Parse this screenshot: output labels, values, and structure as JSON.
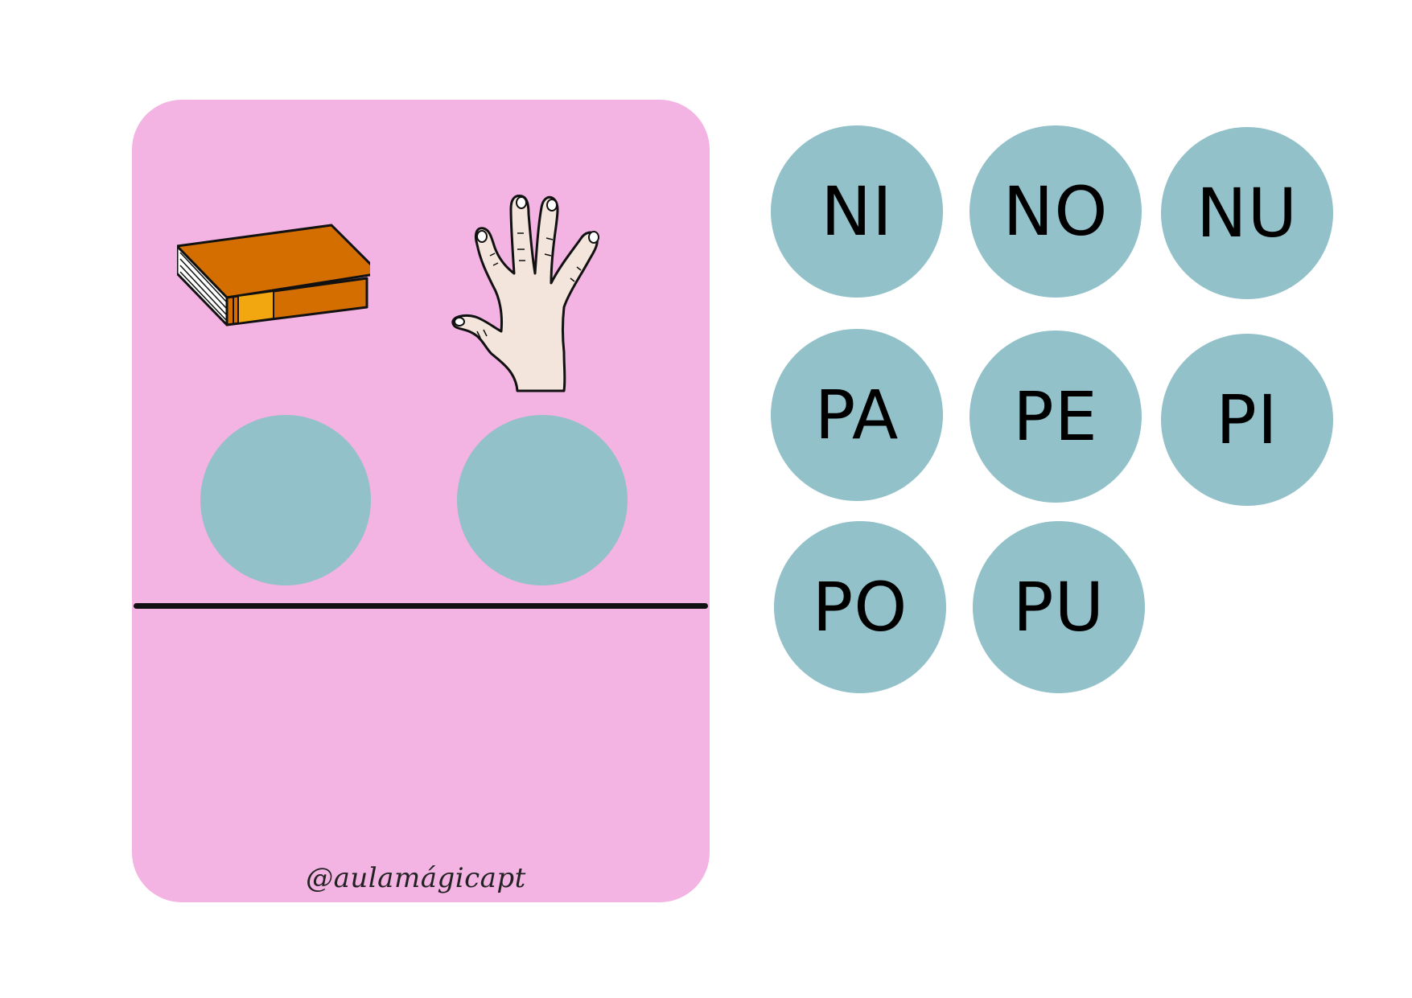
{
  "card": {
    "images": [
      "book-icon",
      "hand-icon"
    ],
    "slot_count": 2,
    "credit": "@aulamágicapt"
  },
  "tokens": [
    "NI",
    "NO",
    "NU",
    "PA",
    "PE",
    "PI",
    "PO",
    "PU"
  ],
  "colors": {
    "card": "#f3b3e3",
    "circle": "#92c1c9",
    "book_cover": "#d46e00",
    "book_spine_label": "#f2a60f",
    "skin": "#f3e4dc"
  }
}
